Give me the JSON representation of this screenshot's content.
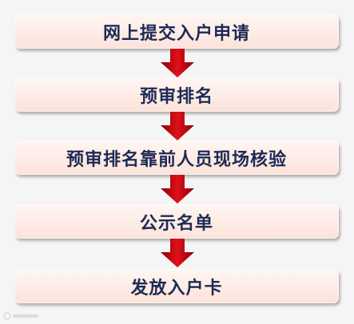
{
  "flow": {
    "steps": [
      {
        "label": "网上提交入户申请"
      },
      {
        "label": "预审排名"
      },
      {
        "label": "预审排名靠前人员现场核验"
      },
      {
        "label": "公示名单"
      },
      {
        "label": "发放入户卡"
      }
    ],
    "arrow_color": "#c0000a",
    "box_fill": "#fbe3da",
    "text_color": "#1e2a55"
  },
  "watermark": {
    "icon": "watermark-logo-icon"
  }
}
